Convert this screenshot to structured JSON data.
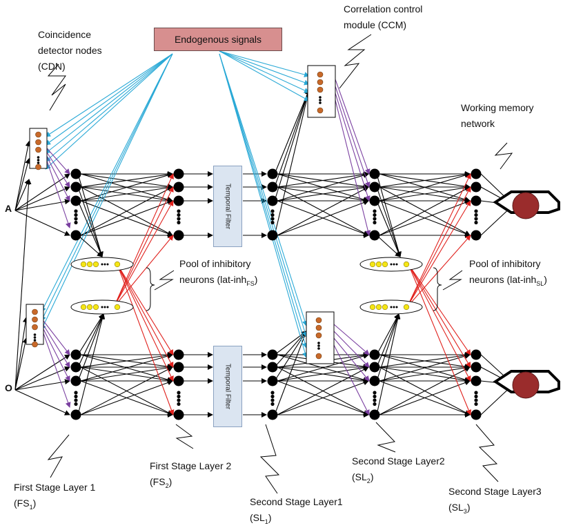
{
  "endogenous_label": "Endogenous signals",
  "temporal_filter_label": "Temporal Filter",
  "inputs": {
    "a": "A",
    "o": "O"
  },
  "labels": {
    "cdn": [
      "Coincidence",
      "detector nodes",
      "(CDN)"
    ],
    "ccm": [
      "Correlation control",
      "module (CCM)"
    ],
    "wm": [
      "Working memory",
      "network"
    ],
    "pool_fs": [
      "Pool of inhibitory",
      "neurons (lat-inh",
      "FS",
      ")"
    ],
    "pool_sl": [
      "Pool of inhibitory",
      "neurons (lat-inh",
      "SL",
      ")"
    ],
    "fs1": [
      "First Stage Layer 1",
      "(FS",
      "1",
      ")"
    ],
    "fs2": [
      "First Stage Layer 2",
      "(FS",
      "2",
      ")"
    ],
    "sl1": [
      "Second Stage Layer1",
      "(SL",
      "1",
      ")"
    ],
    "sl2": [
      "Second Stage Layer2",
      "(SL",
      "2",
      ")"
    ],
    "sl3": [
      "Second Stage Layer3",
      "(SL",
      "3",
      ")"
    ]
  },
  "colors": {
    "neuron": "#000000",
    "cdn_node": "#c8692a",
    "pool_node": "#f5e616",
    "endogenous_arrow": "#2aa9d6",
    "control_arrow": "#7a3fa0",
    "inhibitory_arrow": "#e0201c",
    "memory_core": "#9a2c2c",
    "endogenous_box": "#d78f8f",
    "filter_box": "#dbe5f1"
  }
}
